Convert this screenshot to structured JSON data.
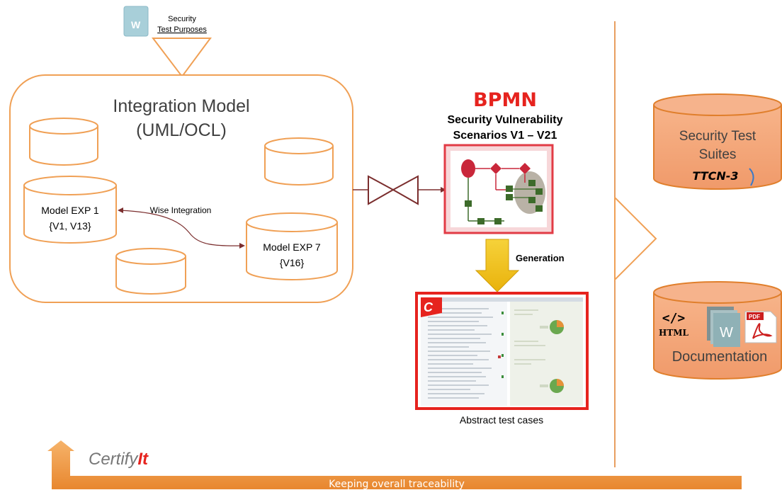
{
  "colors": {
    "orange": "#f0a055",
    "orange_fill": "#f4a97a",
    "orange_dark": "#e07f2c",
    "bpmn_red": "#e6231e",
    "cylinder_stroke": "#f0a055",
    "text_gray": "#404040",
    "yellow_arrow": "#f2c318",
    "link_brown": "#7b2e2e",
    "word_blue": "#41a5d0"
  },
  "icons": [
    "word-doc-icon",
    "bpmn-diagram-icon",
    "html-code-icon",
    "pdf-icon",
    "certifyit-app-icon"
  ],
  "test_purposes": {
    "line1": "Security",
    "line2": "Test Purposes"
  },
  "integration_model": {
    "title_line1": "Integration Model",
    "title_line2": "(UML/OCL)"
  },
  "model_exp1": {
    "line1": "Model EXP 1",
    "line2": "{V1, V13}"
  },
  "model_exp7": {
    "line1": "Model EXP 7",
    "line2": "{V16}"
  },
  "wise_integration": "Wise Integration",
  "bpmn": {
    "title": "BPMN",
    "subtitle_line1": "Security Vulnerability",
    "subtitle_line2": "Scenarios V1 – V21"
  },
  "generation_label": "Generation",
  "abstract_label": "Abstract test cases",
  "security_suites": {
    "line1": "Security Test",
    "line2": "Suites",
    "ttcn": "TTCN-3"
  },
  "documentation": {
    "html_tag": "</>",
    "html_label": "HTML",
    "doc_label": "Documentation"
  },
  "certifyit": {
    "part1": "Certify",
    "part2": "It"
  },
  "traceability": "Keeping overall traceability"
}
